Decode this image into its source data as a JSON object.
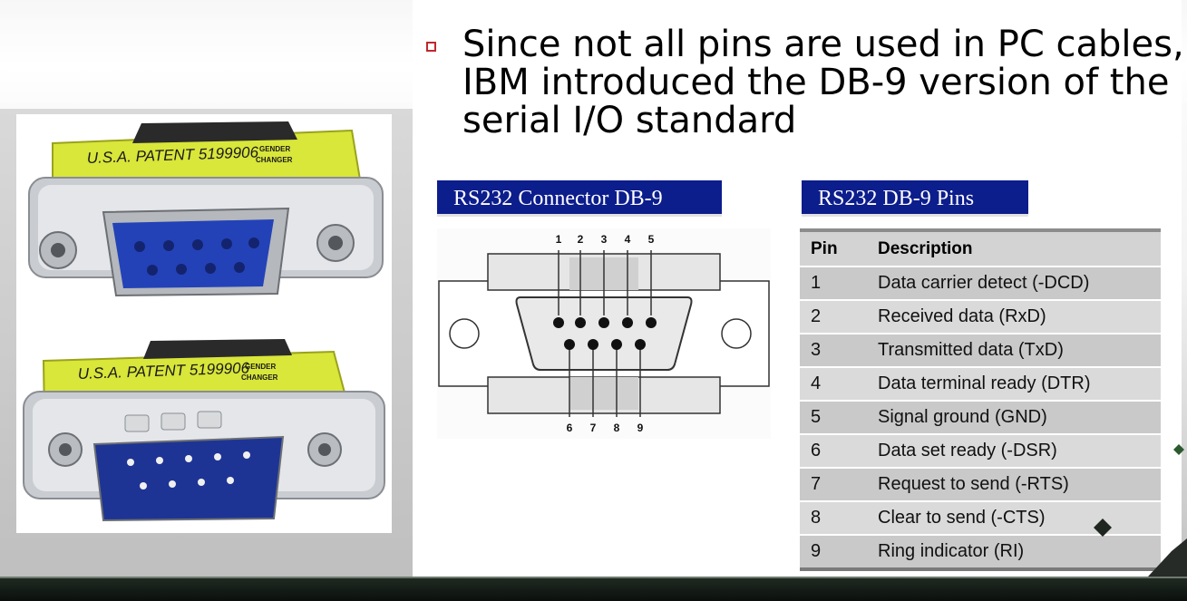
{
  "slide": {
    "bullet_text": "Since not all pins are used in PC cables, IBM introduced the DB-9 version of the serial I/O standard",
    "bullet_icon": "hollow-square-bullet",
    "accent_color": "#c0282d",
    "label_color": "#0c1d8c"
  },
  "photo": {
    "top_connector": {
      "print_patent": "U.S.A. PATENT 5199906",
      "print_gender_1": "GENDER",
      "print_gender_2": "CHANGER"
    },
    "bottom_connector": {
      "print_patent": "U.S.A. PATENT 5199906",
      "print_gender_1": "GENDER",
      "print_gender_2": "CHANGER"
    }
  },
  "connector_diagram": {
    "label": "RS232 Connector DB-9",
    "top_pins": [
      "1",
      "2",
      "3",
      "4",
      "5"
    ],
    "bottom_pins": [
      "6",
      "7",
      "8",
      "9"
    ]
  },
  "pins_table": {
    "label": "RS232 DB-9 Pins",
    "headers": {
      "pin": "Pin",
      "description": "Description"
    },
    "rows": [
      {
        "pin": "1",
        "description": "Data carrier detect (-DCD)"
      },
      {
        "pin": "2",
        "description": "Received data (RxD)"
      },
      {
        "pin": "3",
        "description": "Transmitted data (TxD)"
      },
      {
        "pin": "4",
        "description": "Data terminal ready (DTR)"
      },
      {
        "pin": "5",
        "description": "Signal ground (GND)"
      },
      {
        "pin": "6",
        "description": "Data set ready (-DSR)"
      },
      {
        "pin": "7",
        "description": "Request to send (-RTS)"
      },
      {
        "pin": "8",
        "description": "Clear to send (-CTS)"
      },
      {
        "pin": "9",
        "description": "Ring indicator (RI)"
      }
    ]
  }
}
